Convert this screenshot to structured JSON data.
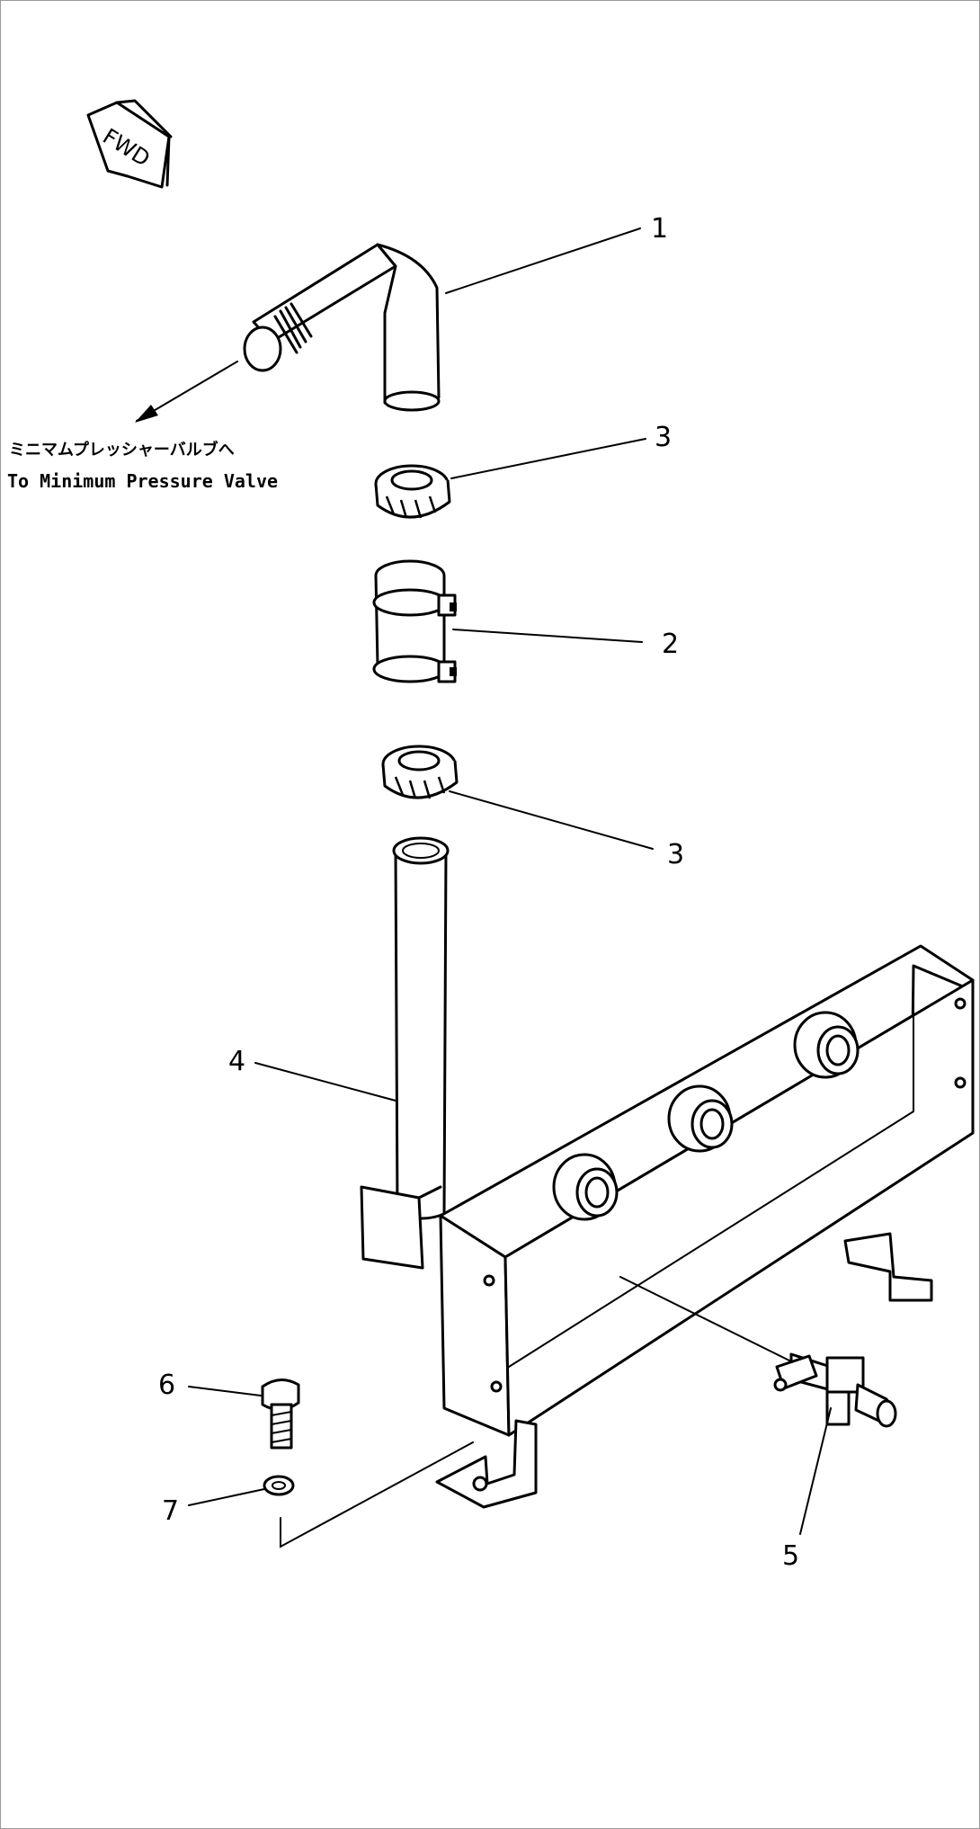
{
  "direction_marker": {
    "text": "FWD"
  },
  "note": {
    "japanese": "ミニマムプレッシャーバルブへ",
    "english": "To Minimum Pressure Valve"
  },
  "parts": [
    {
      "id": "elbow-pipe",
      "callout": "1"
    },
    {
      "id": "hose-with-clamps",
      "callout": "2"
    },
    {
      "id": "seal-ring-upper",
      "callout": "3"
    },
    {
      "id": "seal-ring-lower",
      "callout": "3"
    },
    {
      "id": "vertical-tube",
      "callout": "4"
    },
    {
      "id": "drain-valve",
      "callout": "5"
    },
    {
      "id": "bolt",
      "callout": "6"
    },
    {
      "id": "washer",
      "callout": "7"
    }
  ]
}
